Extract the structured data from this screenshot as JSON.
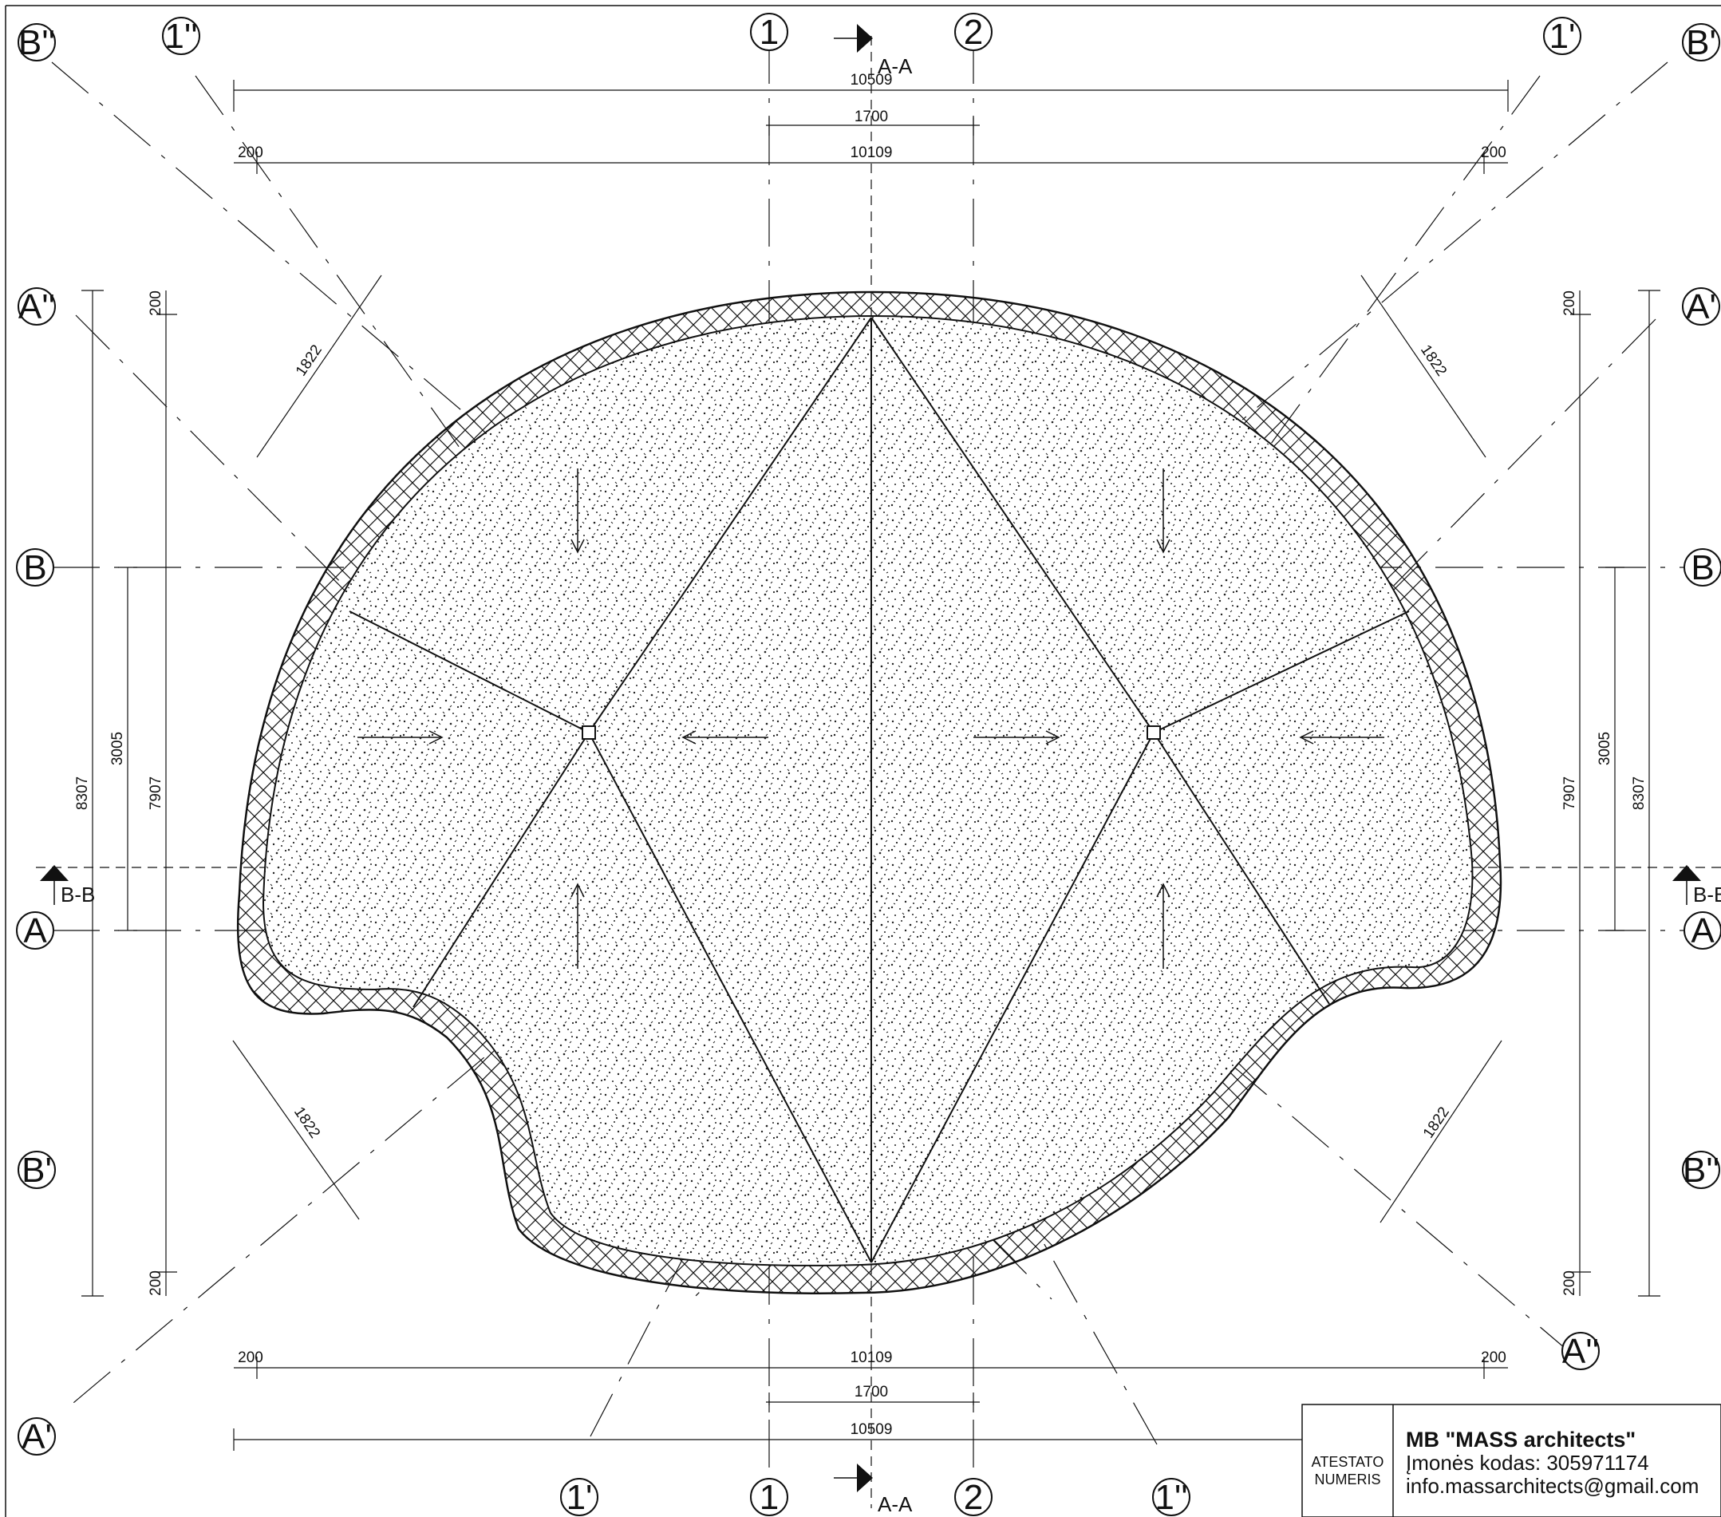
{
  "drawing": {
    "grid_axes": {
      "top_labels": [
        "B''",
        "1''",
        "1",
        "2",
        "1'",
        "B'"
      ],
      "bottom_labels": [
        "A'",
        "1'",
        "1",
        "2",
        "1''",
        "A''"
      ],
      "left_labels": [
        "A''",
        "B",
        "A",
        "B'"
      ],
      "right_labels": [
        "A'",
        "B",
        "A",
        "B''"
      ]
    },
    "section_marks": {
      "aa_top": "A-A",
      "aa_bottom": "A-A",
      "bb_left": "B-B",
      "bb_right": "B-B"
    },
    "dimensions": {
      "top_overall": "10509",
      "top_mid": "1700",
      "top_inner": "10109",
      "top_left_offset": "200",
      "top_right_offset": "200",
      "bottom_inner": "10109",
      "bottom_mid": "1700",
      "bottom_overall": "10509",
      "bottom_left_offset": "200",
      "bottom_right_offset": "200",
      "left_overall": "8307",
      "left_inner": "7907",
      "left_mid": "3005",
      "left_top_offset": "200",
      "left_bottom_offset": "200",
      "right_overall": "8307",
      "right_inner": "7907",
      "right_mid": "3005",
      "right_top_offset": "200",
      "right_bottom_offset": "200",
      "diag_upper_left": "1822",
      "diag_upper_right": "1822",
      "diag_lower_left": "1822",
      "diag_lower_right": "1822"
    }
  },
  "title_block": {
    "label_line1": "ATESTATO",
    "label_line2": "NUMERIS",
    "company": "MB \"MASS architects\"",
    "company_code": "Įmonės kodas: 305971174",
    "email": "info.massarchitects@gmail.com"
  }
}
